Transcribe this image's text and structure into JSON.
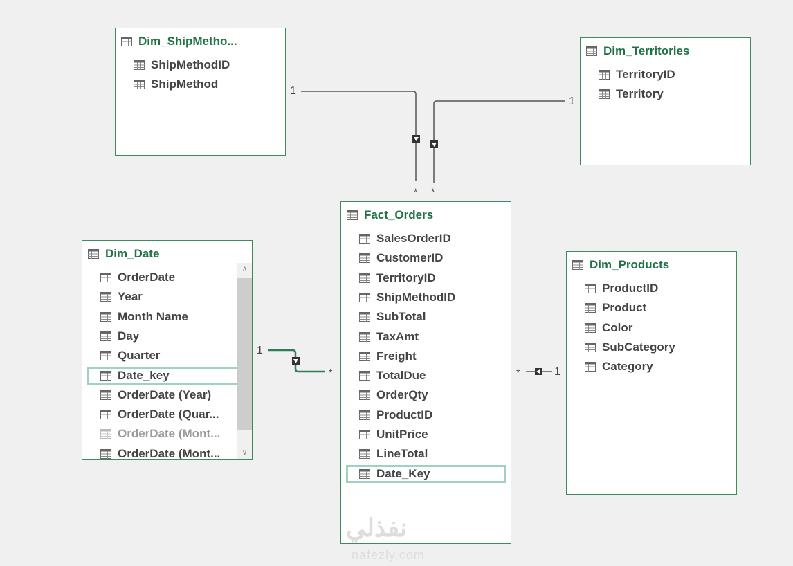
{
  "tables": [
    {
      "id": "shipmethod",
      "title": "Dim_ShipMetho...",
      "columns": [
        "ShipMethodID",
        "ShipMethod"
      ]
    },
    {
      "id": "territories",
      "title": "Dim_Territories",
      "columns": [
        "TerritoryID",
        "Territory"
      ]
    },
    {
      "id": "fact",
      "title": "Fact_Orders",
      "columns": [
        "SalesOrderID",
        "CustomerID",
        "TerritoryID",
        "ShipMethodID",
        "SubTotal",
        "TaxAmt",
        "Freight",
        "TotalDue",
        "OrderQty",
        "ProductID",
        "UnitPrice",
        "LineTotal",
        "Date_Key"
      ],
      "selected": "Date_Key"
    },
    {
      "id": "date",
      "title": "Dim_Date",
      "columns": [
        "OrderDate",
        "Year",
        "Month Name",
        "Day",
        "Quarter",
        "Date_key",
        "OrderDate (Year)",
        "OrderDate (Quar...",
        "OrderDate (Mont...",
        "OrderDate (Mont..."
      ],
      "selected": "Date_key",
      "dimmed": "OrderDate (Mont..."
    },
    {
      "id": "products",
      "title": "Dim_Products",
      "columns": [
        "ProductID",
        "Product",
        "Color",
        "SubCategory",
        "Category"
      ]
    }
  ],
  "relationships": {
    "one": "1",
    "many": "*"
  },
  "colors": {
    "title": "#217346",
    "highlight": "#9fd3bd",
    "active_line": "#2e7d57",
    "line": "#555555"
  },
  "watermark": {
    "arabic": "نفذلي",
    "latin": "nafezly.com"
  }
}
